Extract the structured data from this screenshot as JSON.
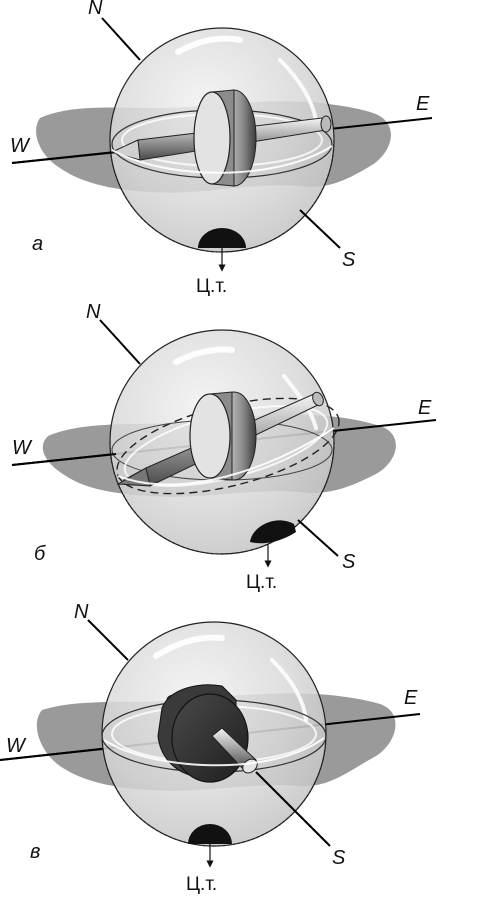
{
  "panels": [
    {
      "id": "a",
      "letter": "а",
      "north": "N",
      "south": "S",
      "east": "E",
      "west": "W",
      "cg_label": "Ц.т."
    },
    {
      "id": "b",
      "letter": "б",
      "north": "N",
      "south": "S",
      "east": "E",
      "west": "W",
      "cg_label": "Ц.т."
    },
    {
      "id": "v",
      "letter": "в",
      "north": "N",
      "south": "S",
      "east": "E",
      "west": "W",
      "cg_label": "Ц.т."
    }
  ],
  "colors": {
    "sphere": "#dcdcdc",
    "ground": "#9a9a9a",
    "weight": "#111111",
    "rotor": "#8c8c8c"
  }
}
